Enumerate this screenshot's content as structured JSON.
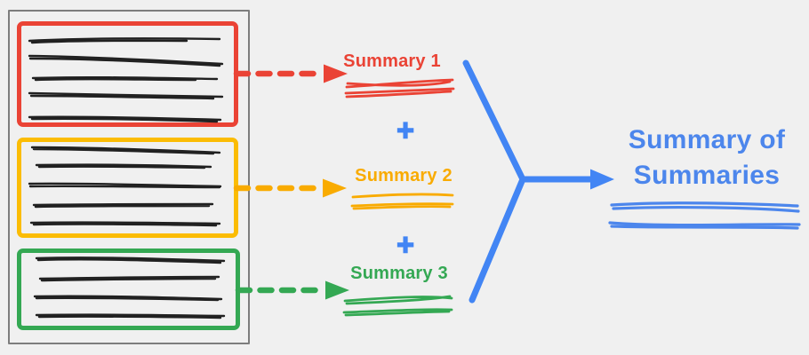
{
  "colors": {
    "bg": "#f0f0f0",
    "frame": "#7d7d7d",
    "ink": "#212121",
    "red": "#ea4335",
    "yellow": "#f9ab00",
    "yellowbox": "#fbbc04",
    "green": "#34a853",
    "blue": "#4285f4",
    "bluetext": "#4c86ec"
  },
  "document": {
    "sections": [
      {
        "name": "section-1",
        "accent": "#ea4335",
        "text_lines": 5
      },
      {
        "name": "section-2",
        "accent": "#fbbc04",
        "text_lines": 5
      },
      {
        "name": "section-3",
        "accent": "#34a853",
        "text_lines": 4
      }
    ]
  },
  "summaries": [
    {
      "label": "Summary 1",
      "color": "#ea4335"
    },
    {
      "label": "Summary 2",
      "color": "#f9ab00"
    },
    {
      "label": "Summary 3",
      "color": "#34a853"
    }
  ],
  "operators": {
    "plus": "+"
  },
  "result": {
    "label": "Summary of Summaries",
    "color": "#4c86ec"
  }
}
